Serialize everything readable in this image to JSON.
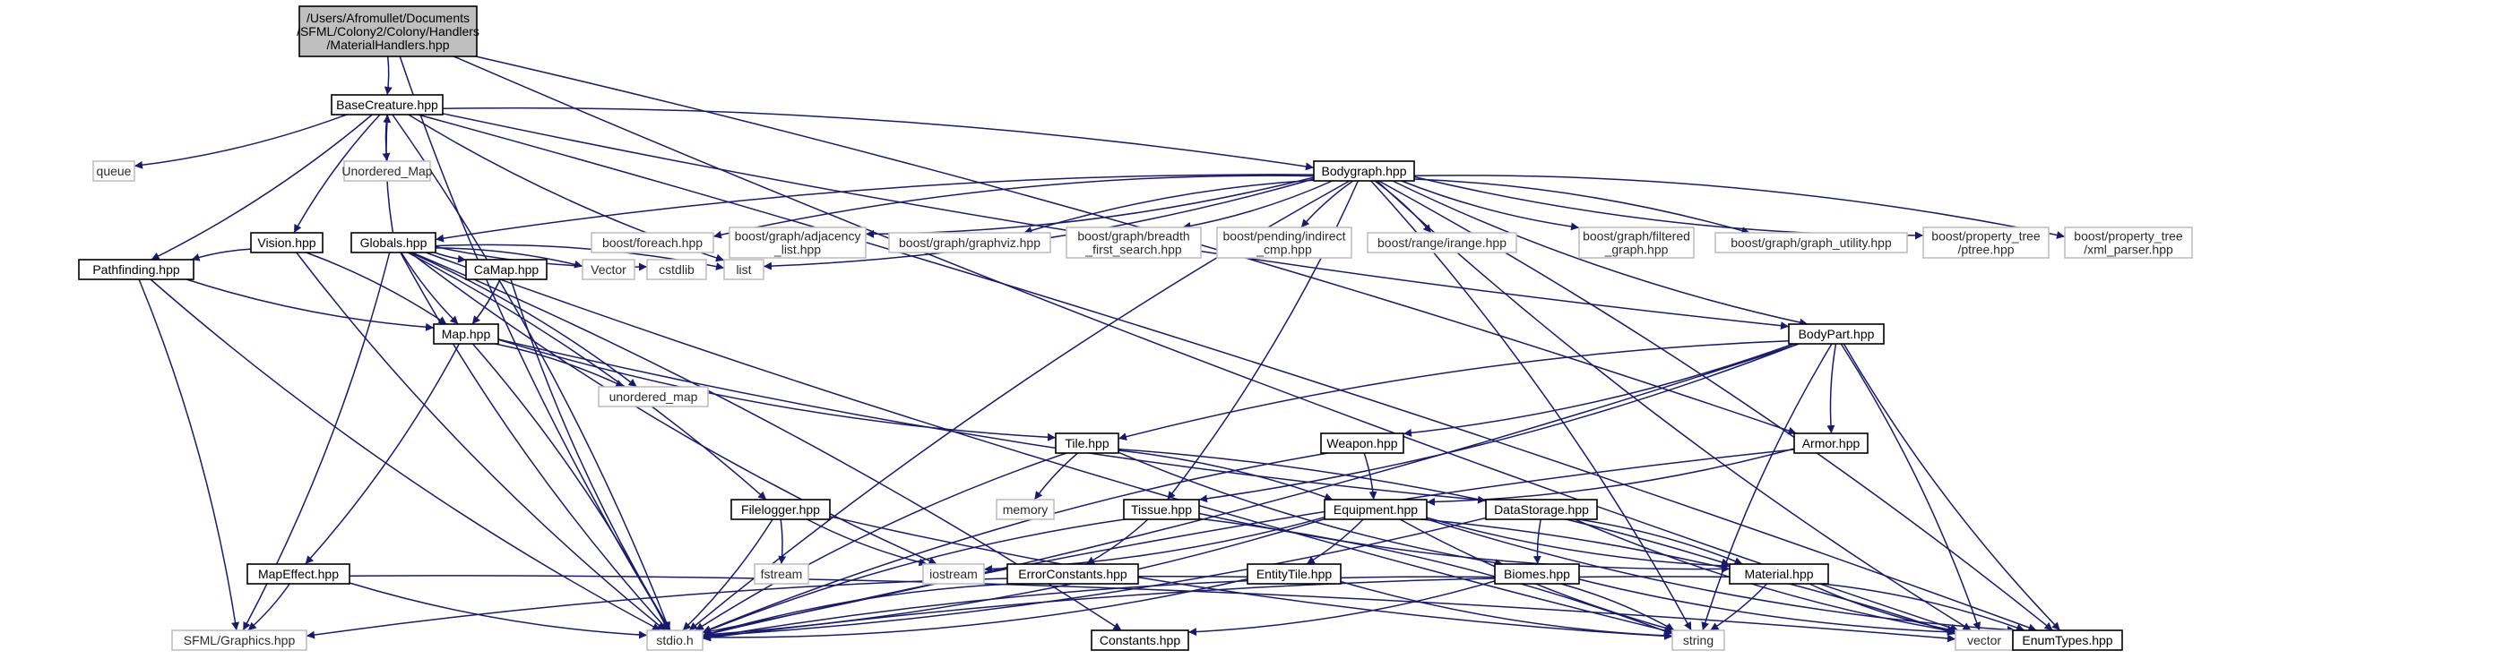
{
  "diagram": {
    "nodes": [
      {
        "id": "materialhandlers",
        "lines": [
          "/Users/Afromullet/Documents",
          "/SFML/Colony2/Colony/Handlers",
          "/MaterialHandlers.hpp"
        ],
        "kind": "main"
      },
      {
        "id": "basecreature",
        "lines": [
          "BaseCreature.hpp"
        ],
        "kind": "local"
      },
      {
        "id": "queue",
        "lines": [
          "queue"
        ],
        "kind": "external"
      },
      {
        "id": "unordered-map-caps",
        "lines": [
          "Unordered_Map"
        ],
        "kind": "external"
      },
      {
        "id": "bodygraph",
        "lines": [
          "Bodygraph.hpp"
        ],
        "kind": "local"
      },
      {
        "id": "vision",
        "lines": [
          "Vision.hpp"
        ],
        "kind": "local"
      },
      {
        "id": "globals",
        "lines": [
          "Globals.hpp"
        ],
        "kind": "local"
      },
      {
        "id": "boost-foreach",
        "lines": [
          "boost/foreach.hpp"
        ],
        "kind": "external"
      },
      {
        "id": "boost-adjacency",
        "lines": [
          "boost/graph/adjacency",
          "_list.hpp"
        ],
        "kind": "external"
      },
      {
        "id": "boost-graphviz",
        "lines": [
          "boost/graph/graphviz.hpp"
        ],
        "kind": "external"
      },
      {
        "id": "boost-bfs",
        "lines": [
          "boost/graph/breadth",
          "_first_search.hpp"
        ],
        "kind": "external"
      },
      {
        "id": "boost-indirect",
        "lines": [
          "boost/pending/indirect",
          "_cmp.hpp"
        ],
        "kind": "external"
      },
      {
        "id": "boost-irange",
        "lines": [
          "boost/range/irange.hpp"
        ],
        "kind": "external"
      },
      {
        "id": "boost-filtered",
        "lines": [
          "boost/graph/filtered",
          "_graph.hpp"
        ],
        "kind": "external"
      },
      {
        "id": "boost-graph-utility",
        "lines": [
          "boost/graph/graph_utility.hpp"
        ],
        "kind": "external"
      },
      {
        "id": "boost-ptree",
        "lines": [
          "boost/property_tree",
          "/ptree.hpp"
        ],
        "kind": "external"
      },
      {
        "id": "boost-xml-parser",
        "lines": [
          "boost/property_tree",
          "/xml_parser.hpp"
        ],
        "kind": "external"
      },
      {
        "id": "pathfinding",
        "lines": [
          "Pathfinding.hpp"
        ],
        "kind": "local"
      },
      {
        "id": "camap",
        "lines": [
          "CaMap.hpp"
        ],
        "kind": "local"
      },
      {
        "id": "vector-caps",
        "lines": [
          "Vector"
        ],
        "kind": "external"
      },
      {
        "id": "cstdlib",
        "lines": [
          "cstdlib"
        ],
        "kind": "external"
      },
      {
        "id": "list",
        "lines": [
          "list"
        ],
        "kind": "external"
      },
      {
        "id": "map",
        "lines": [
          "Map.hpp"
        ],
        "kind": "local"
      },
      {
        "id": "bodypart",
        "lines": [
          "BodyPart.hpp"
        ],
        "kind": "local"
      },
      {
        "id": "unordered-map",
        "lines": [
          "unordered_map"
        ],
        "kind": "external"
      },
      {
        "id": "tile",
        "lines": [
          "Tile.hpp"
        ],
        "kind": "local"
      },
      {
        "id": "weapon",
        "lines": [
          "Weapon.hpp"
        ],
        "kind": "local"
      },
      {
        "id": "armor",
        "lines": [
          "Armor.hpp"
        ],
        "kind": "local"
      },
      {
        "id": "memory",
        "lines": [
          "memory"
        ],
        "kind": "external"
      },
      {
        "id": "filelogger",
        "lines": [
          "Filelogger.hpp"
        ],
        "kind": "local"
      },
      {
        "id": "tissue",
        "lines": [
          "Tissue.hpp"
        ],
        "kind": "local"
      },
      {
        "id": "equipment",
        "lines": [
          "Equipment.hpp"
        ],
        "kind": "local"
      },
      {
        "id": "datastorage",
        "lines": [
          "DataStorage.hpp"
        ],
        "kind": "local"
      },
      {
        "id": "fstream",
        "lines": [
          "fstream"
        ],
        "kind": "external"
      },
      {
        "id": "iostream",
        "lines": [
          "iostream"
        ],
        "kind": "external"
      },
      {
        "id": "errorconstants",
        "lines": [
          "ErrorConstants.hpp"
        ],
        "kind": "local"
      },
      {
        "id": "mapeffect",
        "lines": [
          "MapEffect.hpp"
        ],
        "kind": "local"
      },
      {
        "id": "entitytile",
        "lines": [
          "EntityTile.hpp"
        ],
        "kind": "local"
      },
      {
        "id": "biomes",
        "lines": [
          "Biomes.hpp"
        ],
        "kind": "local"
      },
      {
        "id": "material",
        "lines": [
          "Material.hpp"
        ],
        "kind": "local"
      },
      {
        "id": "sfml-graphics",
        "lines": [
          "SFML/Graphics.hpp"
        ],
        "kind": "external"
      },
      {
        "id": "stdio",
        "lines": [
          "stdio.h"
        ],
        "kind": "external"
      },
      {
        "id": "constants",
        "lines": [
          "Constants.hpp"
        ],
        "kind": "local"
      },
      {
        "id": "string",
        "lines": [
          "string"
        ],
        "kind": "external"
      },
      {
        "id": "vector",
        "lines": [
          "vector"
        ],
        "kind": "external"
      },
      {
        "id": "enumtypes",
        "lines": [
          "EnumTypes.hpp"
        ],
        "kind": "local"
      }
    ],
    "edges": [
      [
        "materialhandlers",
        "basecreature"
      ],
      [
        "materialhandlers",
        "stdio"
      ],
      [
        "materialhandlers",
        "armor"
      ],
      [
        "materialhandlers",
        "vector"
      ],
      [
        "basecreature",
        "queue"
      ],
      [
        "basecreature",
        "unordered-map-caps"
      ],
      [
        "basecreature",
        "bodygraph"
      ],
      [
        "basecreature",
        "vision"
      ],
      [
        "basecreature",
        "pathfinding"
      ],
      [
        "basecreature",
        "list"
      ],
      [
        "basecreature",
        "stdio"
      ],
      [
        "basecreature",
        "bodypart"
      ],
      [
        "basecreature",
        "enumtypes"
      ],
      [
        "bodygraph",
        "boost-foreach"
      ],
      [
        "bodygraph",
        "boost-adjacency"
      ],
      [
        "bodygraph",
        "boost-graphviz"
      ],
      [
        "bodygraph",
        "boost-bfs"
      ],
      [
        "bodygraph",
        "boost-indirect"
      ],
      [
        "bodygraph",
        "boost-irange"
      ],
      [
        "bodygraph",
        "boost-filtered"
      ],
      [
        "bodygraph",
        "boost-graph-utility"
      ],
      [
        "bodygraph",
        "boost-ptree"
      ],
      [
        "bodygraph",
        "boost-xml-parser"
      ],
      [
        "bodygraph",
        "globals"
      ],
      [
        "bodygraph",
        "list"
      ],
      [
        "bodygraph",
        "bodypart"
      ],
      [
        "bodygraph",
        "string"
      ],
      [
        "bodygraph",
        "vector"
      ],
      [
        "bodygraph",
        "enumtypes"
      ],
      [
        "bodygraph",
        "stdio"
      ],
      [
        "bodygraph",
        "tissue"
      ],
      [
        "vision",
        "pathfinding"
      ],
      [
        "vision",
        "map"
      ],
      [
        "vision",
        "stdio"
      ],
      [
        "globals",
        "basecreature"
      ],
      [
        "globals",
        "camap"
      ],
      [
        "globals",
        "vector-caps"
      ],
      [
        "globals",
        "cstdlib"
      ],
      [
        "globals",
        "list"
      ],
      [
        "globals",
        "map"
      ],
      [
        "globals",
        "filelogger"
      ],
      [
        "globals",
        "iostream"
      ],
      [
        "globals",
        "unordered-map"
      ],
      [
        "globals",
        "string"
      ],
      [
        "globals",
        "sfml-graphics"
      ],
      [
        "globals",
        "stdio"
      ],
      [
        "globals",
        "constants"
      ],
      [
        "pathfinding",
        "map"
      ],
      [
        "pathfinding",
        "sfml-graphics"
      ],
      [
        "pathfinding",
        "stdio"
      ],
      [
        "camap",
        "map"
      ],
      [
        "camap",
        "stdio"
      ],
      [
        "map",
        "unordered-map"
      ],
      [
        "map",
        "tile"
      ],
      [
        "map",
        "mapeffect"
      ],
      [
        "map",
        "datastorage"
      ],
      [
        "map",
        "stdio"
      ],
      [
        "bodypart",
        "tile"
      ],
      [
        "bodypart",
        "weapon"
      ],
      [
        "bodypart",
        "armor"
      ],
      [
        "bodypart",
        "tissue"
      ],
      [
        "bodypart",
        "string"
      ],
      [
        "bodypart",
        "vector"
      ],
      [
        "bodypart",
        "enumtypes"
      ],
      [
        "bodypart",
        "stdio"
      ],
      [
        "tile",
        "memory"
      ],
      [
        "tile",
        "equipment"
      ],
      [
        "tile",
        "biomes"
      ],
      [
        "tile",
        "material"
      ],
      [
        "tile",
        "stdio"
      ],
      [
        "weapon",
        "equipment"
      ],
      [
        "weapon",
        "stdio"
      ],
      [
        "armor",
        "equipment"
      ],
      [
        "armor",
        "stdio"
      ],
      [
        "filelogger",
        "fstream"
      ],
      [
        "filelogger",
        "iostream"
      ],
      [
        "filelogger",
        "stdio"
      ],
      [
        "filelogger",
        "string"
      ],
      [
        "tissue",
        "errorconstants"
      ],
      [
        "tissue",
        "material"
      ],
      [
        "tissue",
        "string"
      ],
      [
        "tissue",
        "stdio"
      ],
      [
        "equipment",
        "entitytile"
      ],
      [
        "equipment",
        "material"
      ],
      [
        "equipment",
        "iostream"
      ],
      [
        "equipment",
        "string"
      ],
      [
        "equipment",
        "vector"
      ],
      [
        "equipment",
        "enumtypes"
      ],
      [
        "equipment",
        "stdio"
      ],
      [
        "datastorage",
        "biomes"
      ],
      [
        "datastorage",
        "material"
      ],
      [
        "datastorage",
        "vector"
      ],
      [
        "datastorage",
        "stdio"
      ],
      [
        "errorconstants",
        "stdio"
      ],
      [
        "mapeffect",
        "sfml-graphics"
      ],
      [
        "mapeffect",
        "stdio"
      ],
      [
        "mapeffect",
        "vector"
      ],
      [
        "entitytile",
        "sfml-graphics"
      ],
      [
        "entitytile",
        "stdio"
      ],
      [
        "entitytile",
        "string"
      ],
      [
        "biomes",
        "constants"
      ],
      [
        "biomes",
        "stdio"
      ],
      [
        "biomes",
        "string"
      ],
      [
        "biomes",
        "enumtypes"
      ],
      [
        "material",
        "string"
      ],
      [
        "material",
        "vector"
      ],
      [
        "material",
        "enumtypes"
      ],
      [
        "material",
        "stdio"
      ]
    ]
  }
}
